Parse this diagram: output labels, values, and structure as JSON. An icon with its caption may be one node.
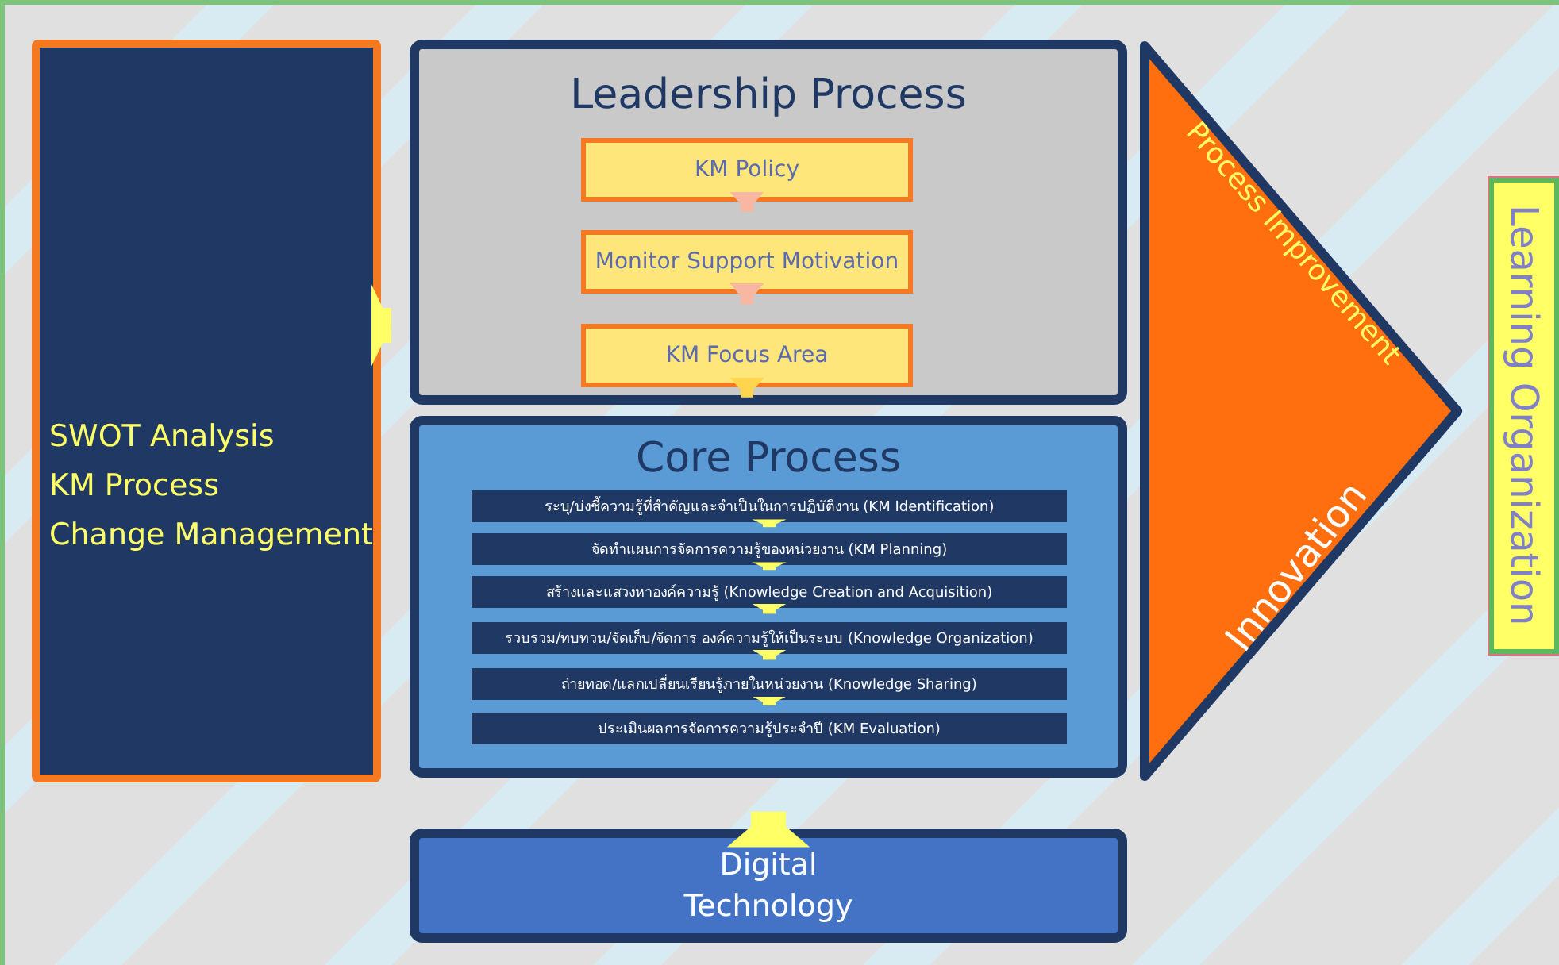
{
  "diagram": {
    "nodes": [
      {
        "text": [
          "SWOT Analysis",
          "KM Process",
          "Change Management"
        ]
      },
      {
        "text": [
          "Leadership Process"
        ]
      },
      {
        "text": [
          "KM Policy"
        ],
        "in": 1
      },
      {
        "text": [
          "Monitor Support Motivation"
        ],
        "in": 1
      },
      {
        "text": [
          "KM Focus Area"
        ],
        "in": 1
      },
      {
        "text": [
          "Core Process"
        ]
      },
      {
        "text": [
          "ระบุ/บ่งชี้ความรู้ที่สำคัญและจำเป็นในการปฏิบัติงาน (KM Identification)"
        ],
        "in": 5
      },
      {
        "text": [
          "จัดทำแผนการจัดการความรู้ของหน่วยงาน (KM Planning)"
        ],
        "in": 5
      },
      {
        "text": [
          "สร้างและแสวงหาองค์ความรู้ (Knowledge Creation and Acquisition)"
        ],
        "in": 5
      },
      {
        "text": [
          "รวบรวม/ทบทวน/จัดเก็บ/จัดการ องค์ความรู้ให้เป็นระบบ (Knowledge Organization)"
        ],
        "in": 5
      },
      {
        "text": [
          "ถ่ายทอด/แลกเปลี่ยนเรียนรู้ภายในหน่วยงาน (Knowledge Sharing)"
        ],
        "in": 5
      },
      {
        "text": [
          "ประเมินผลการจัดการความรู้ประจำปี (KM Evaluation)"
        ],
        "in": 5
      },
      {
        "text": [
          "Process Improvement",
          "Innovation"
        ]
      },
      {
        "text": [
          "Digital Technology"
        ]
      },
      {
        "text": [
          "Learning Organization"
        ]
      }
    ],
    "edges": [
      {
        "from": 0,
        "to": 1,
        "arrow": "to",
        "style": "thick",
        "color": "#ffff66"
      },
      {
        "from": 2,
        "to": 3,
        "arrow": "to"
      },
      {
        "from": 3,
        "to": 4,
        "arrow": "to"
      },
      {
        "from": 4,
        "to": 5,
        "arrow": "to",
        "color": "#ffd54f"
      },
      {
        "from": 6,
        "to": 7,
        "arrow": "to",
        "color": "#ffff66"
      },
      {
        "from": 7,
        "to": 8,
        "arrow": "to",
        "color": "#ffff66"
      },
      {
        "from": 8,
        "to": 9,
        "arrow": "to",
        "color": "#ffff66"
      },
      {
        "from": 9,
        "to": 10,
        "arrow": "to",
        "color": "#ffff66"
      },
      {
        "from": 10,
        "to": 11,
        "arrow": "to",
        "color": "#ffff66"
      },
      {
        "from": 13,
        "to": 5,
        "arrow": "to",
        "style": "thick",
        "color": "#ffff66"
      }
    ]
  }
}
